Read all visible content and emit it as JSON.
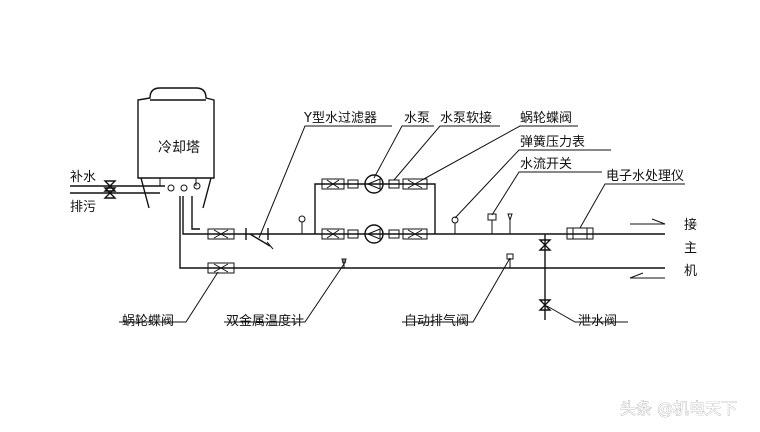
{
  "labels": {
    "cooling_tower": "冷却塔",
    "makeup_water": "补水",
    "drain": "排污",
    "y_filter": "Y型水过滤器",
    "pump": "水泵",
    "pump_flex_joint": "水泵软接",
    "butterfly_valve_top": "蜗轮蝶阀",
    "pressure_gauge": "弹簧压力表",
    "flow_switch": "水流开关",
    "water_processor": "电子水处理仪",
    "to_host_1": "接",
    "to_host_2": "主",
    "to_host_3": "机",
    "butterfly_valve_bottom": "蜗轮蝶阀",
    "thermometer": "双金属温度计",
    "air_vent": "自动排气阀",
    "drain_valve": "泄水阀"
  },
  "watermark": "头条 @机电天下",
  "colors": {
    "line": "#111111",
    "watermark_stroke": "#9a9a9a"
  }
}
